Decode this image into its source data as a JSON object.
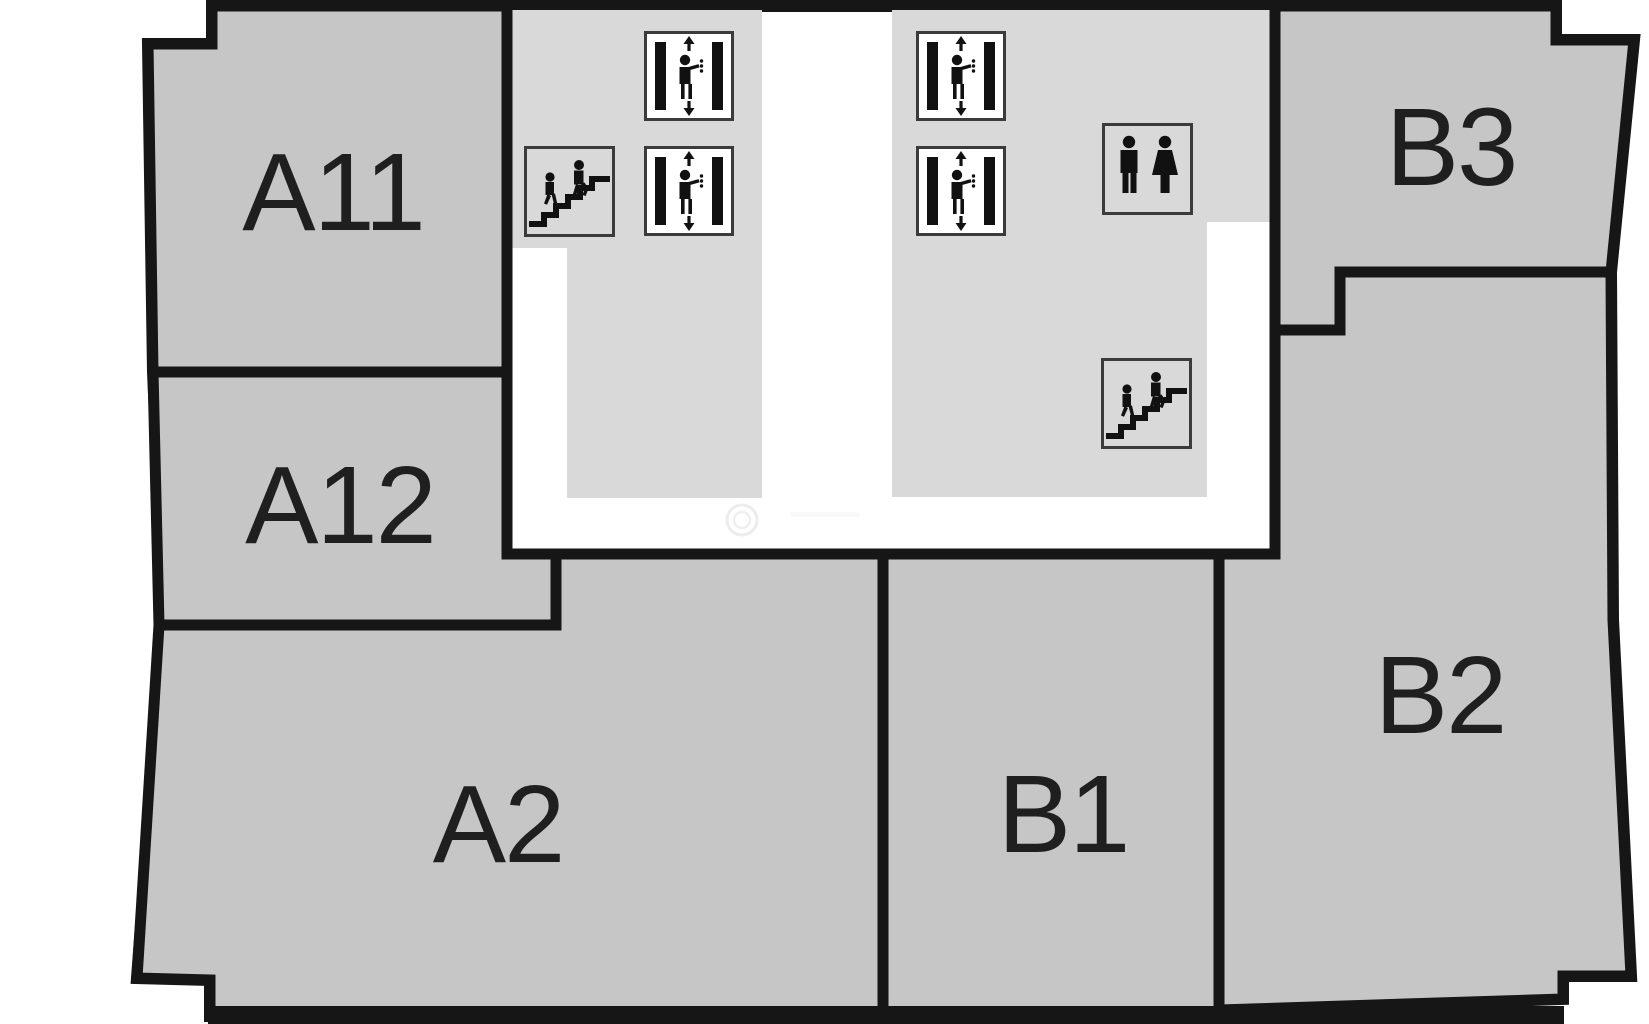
{
  "floor_plan": {
    "title": "building-floor-plan",
    "rooms": [
      {
        "id": "a11",
        "label": "A11"
      },
      {
        "id": "a12",
        "label": "A12"
      },
      {
        "id": "a2",
        "label": "A2"
      },
      {
        "id": "b1",
        "label": "B1"
      },
      {
        "id": "b2",
        "label": "B2"
      },
      {
        "id": "b3",
        "label": "B3"
      }
    ],
    "icon_legend": {
      "elevator_count": 4,
      "stairs_count": 2,
      "restroom_count": 1,
      "elevator_meaning": "elevator",
      "stairs_meaning": "stairs",
      "restroom_meaning": "restroom men-women"
    },
    "colors": {
      "background": "#ffffff",
      "room_fill": "#c6c6c6",
      "core_fill": "#d9d9d9",
      "wall": "#161616",
      "icon_border": "#3b3b3b",
      "icon_glyph": "#111111",
      "elevator_icon_bg": "#ffffff",
      "label_text": "#1f1f1f"
    }
  }
}
